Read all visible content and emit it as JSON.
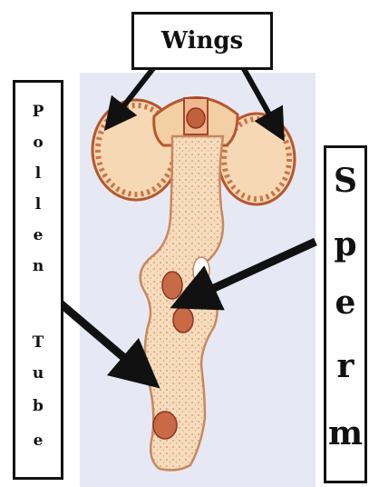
{
  "labels": {
    "wings": "Wings",
    "pollen_tube": [
      "P",
      "o",
      "l",
      "l",
      "e",
      "n",
      "T",
      "u",
      "b",
      "e"
    ],
    "sperm": [
      "S",
      "p",
      "e",
      "r",
      "m"
    ]
  },
  "colors": {
    "background_panel": "#e6e9f3",
    "grain_fill": "#f6d8b4",
    "grain_outline": "#b5572f",
    "nucleus": "#a8452c",
    "arrow": "#111111"
  }
}
